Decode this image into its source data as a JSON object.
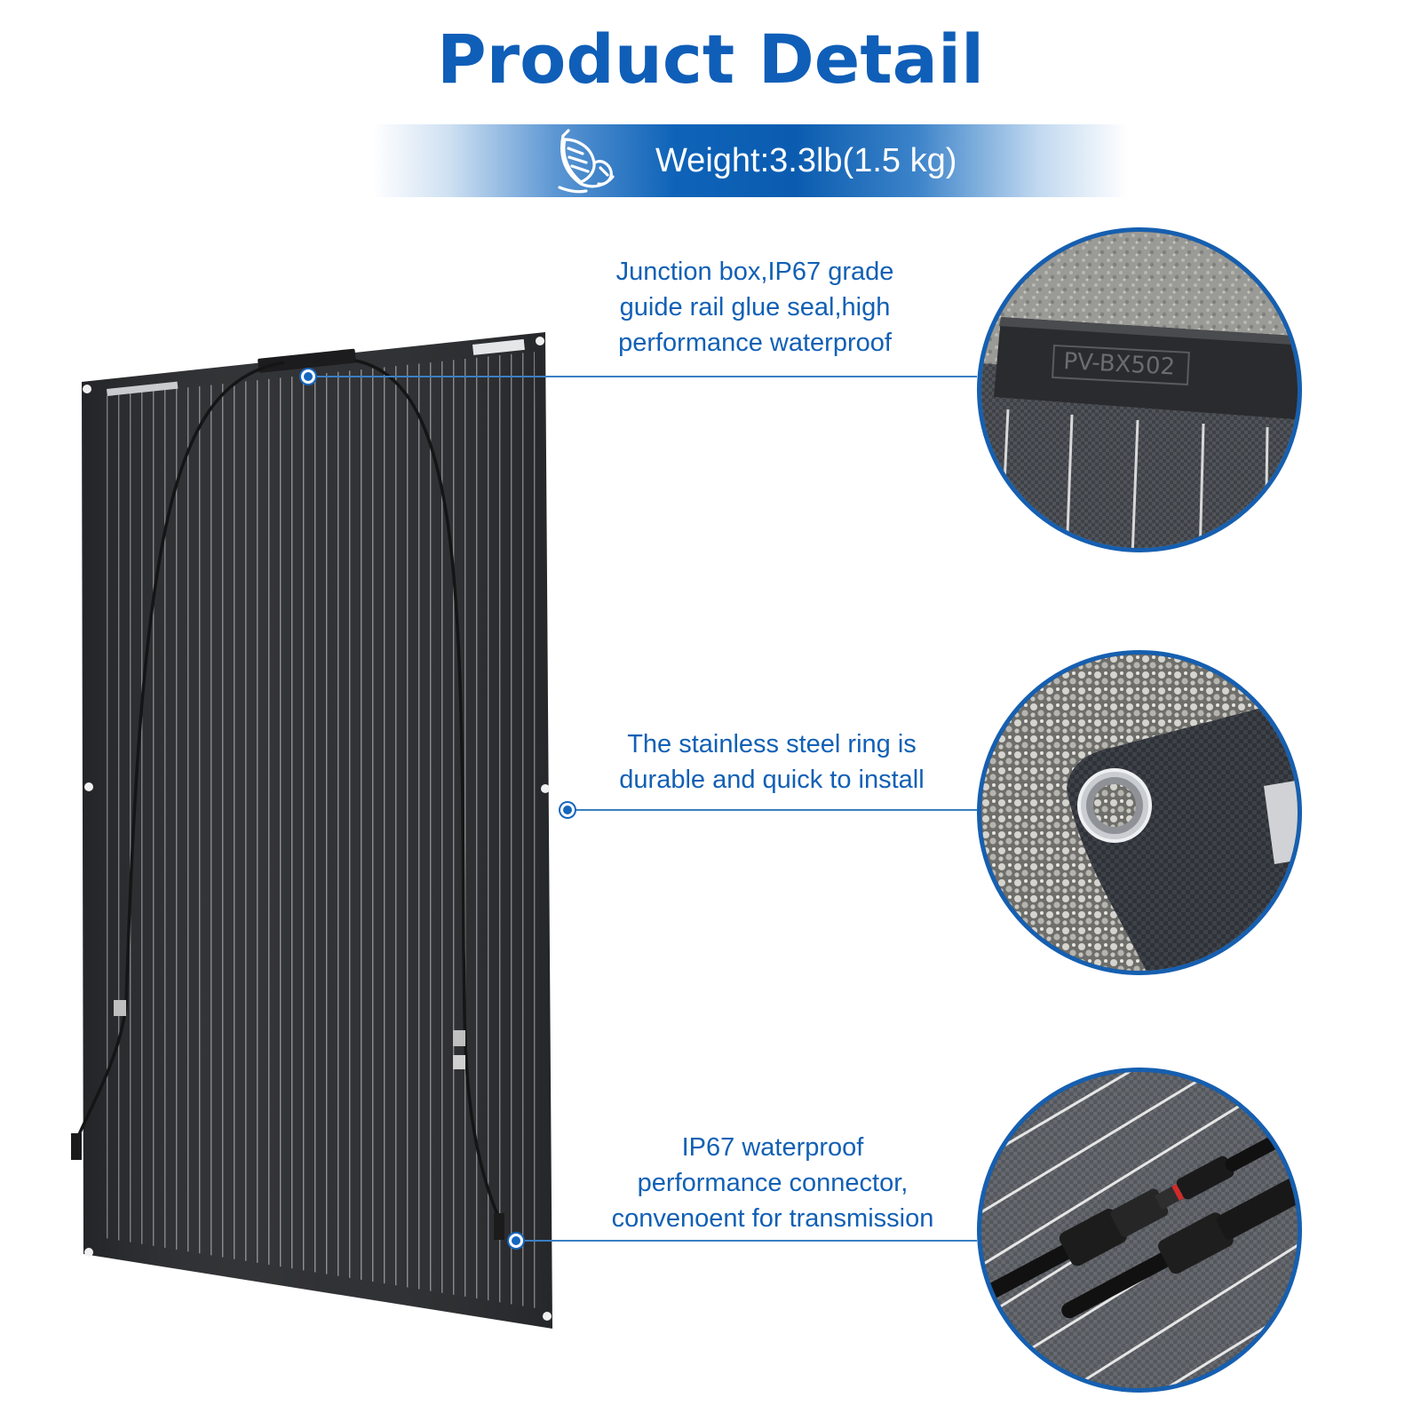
{
  "header": {
    "title": "Product Detail",
    "weight_label": "Weight:3.3lb(1.5 kg)",
    "weight_icon": "feather-icon"
  },
  "product": {
    "image": "flexible-solar-panel",
    "detail_images": [
      "junction-box-closeup",
      "steel-ring-closeup",
      "connector-closeup"
    ]
  },
  "callouts": [
    {
      "lines": [
        "Junction box,IP67 grade",
        "guide rail glue seal,high",
        "performance waterproof"
      ]
    },
    {
      "lines": [
        "The stainless steel ring is",
        "durable and quick to install"
      ]
    },
    {
      "lines": [
        "IP67 waterproof",
        "performance connector,",
        "convenoent for transmission"
      ]
    }
  ],
  "junction_box_marking": "PV-BX502",
  "colors": {
    "brand_blue": "#0f5eb8",
    "text_blue": "#1160b5",
    "panel_black": "#2b2c2f"
  }
}
